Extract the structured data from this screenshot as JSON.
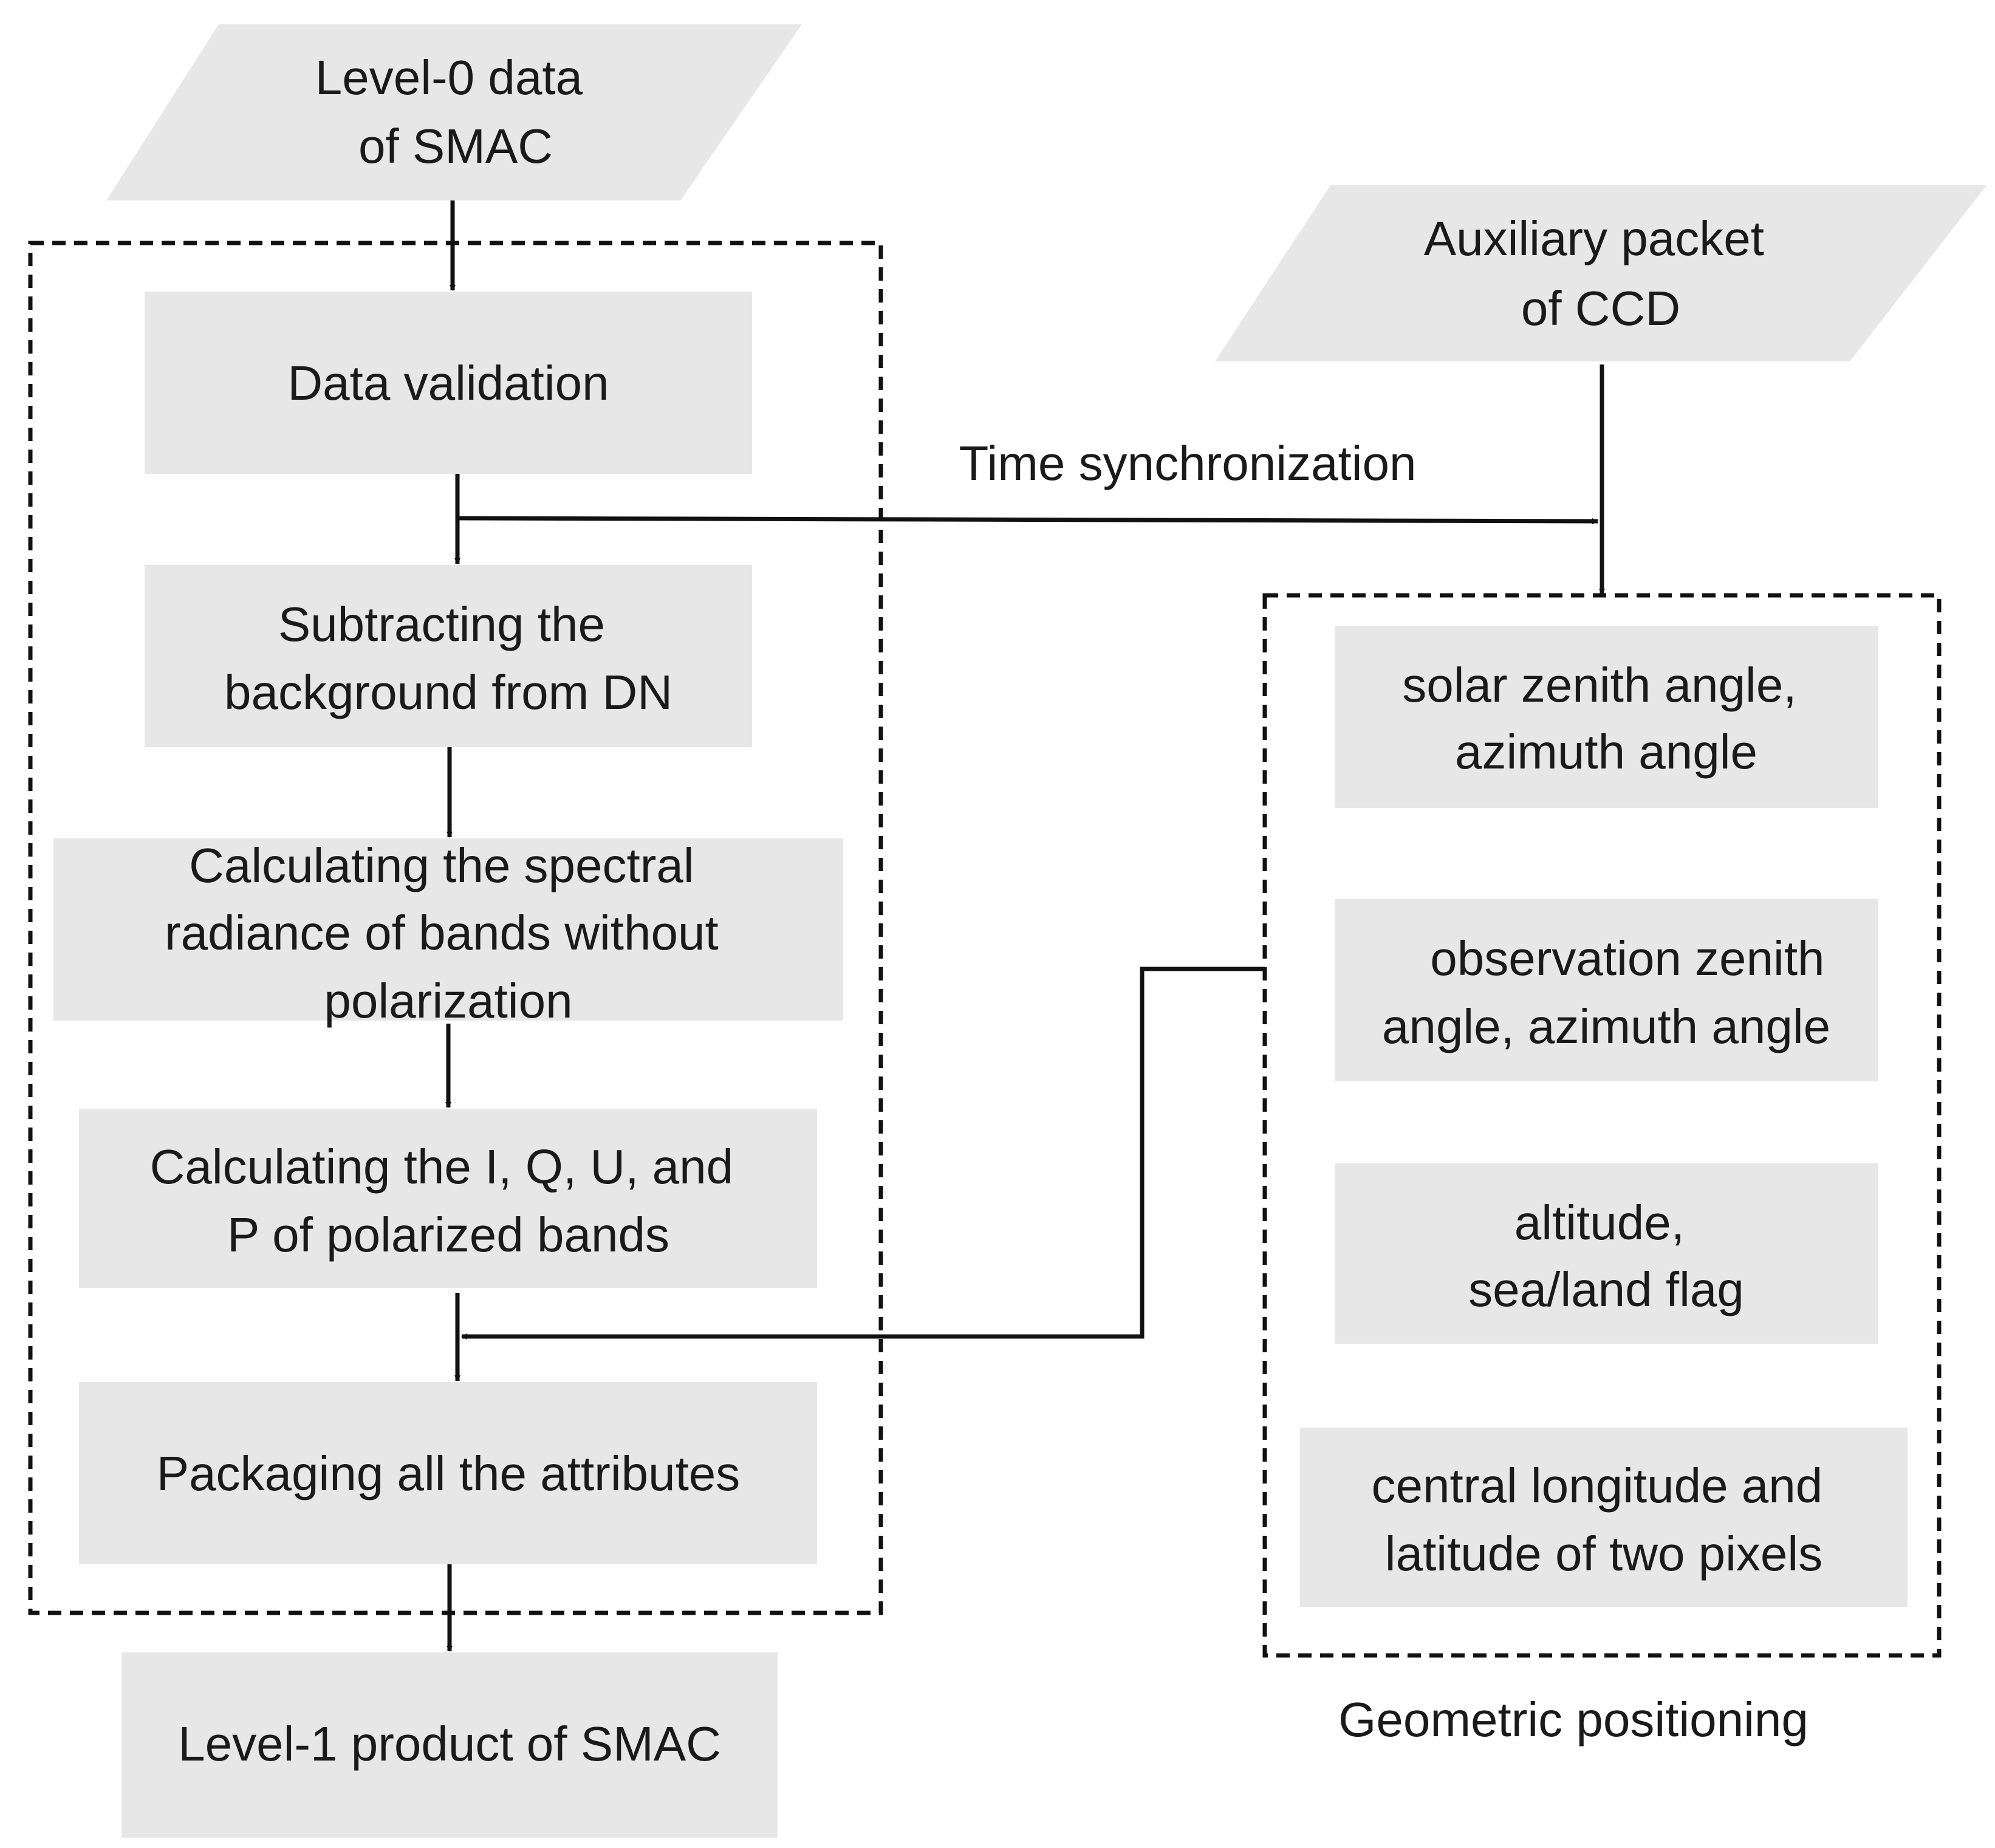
{
  "colors": {
    "box_fill": "#e7e7e7",
    "line": "#111111",
    "text": "#1a1a1a",
    "background": "#ffffff"
  },
  "inputs": {
    "level0": [
      "Level-0 data",
      "of SMAC"
    ],
    "auxiliary": [
      "Auxiliary packet",
      "of CCD"
    ]
  },
  "processing_steps": {
    "data_validation": [
      "Data validation"
    ],
    "subtract_background": [
      "Subtracting the",
      "background from DN"
    ],
    "spectral_radiance": [
      "Calculating the spectral",
      "radiance of bands without",
      "polarization"
    ],
    "iqup": [
      "Calculating the I, Q, U, and",
      "P of polarized bands"
    ],
    "packaging": [
      "Packaging all the attributes"
    ]
  },
  "output": [
    "Level-1 product of SMAC"
  ],
  "time_sync_label": "Time synchronization",
  "geometric_group": {
    "label": "Geometric positioning",
    "items": {
      "solar": [
        "solar zenith angle,",
        "azimuth angle"
      ],
      "observation": [
        "observation zenith",
        "angle, azimuth angle"
      ],
      "altitude": [
        "altitude,",
        "sea/land flag"
      ],
      "central": [
        "central longitude and",
        "latitude of two pixels"
      ]
    }
  }
}
